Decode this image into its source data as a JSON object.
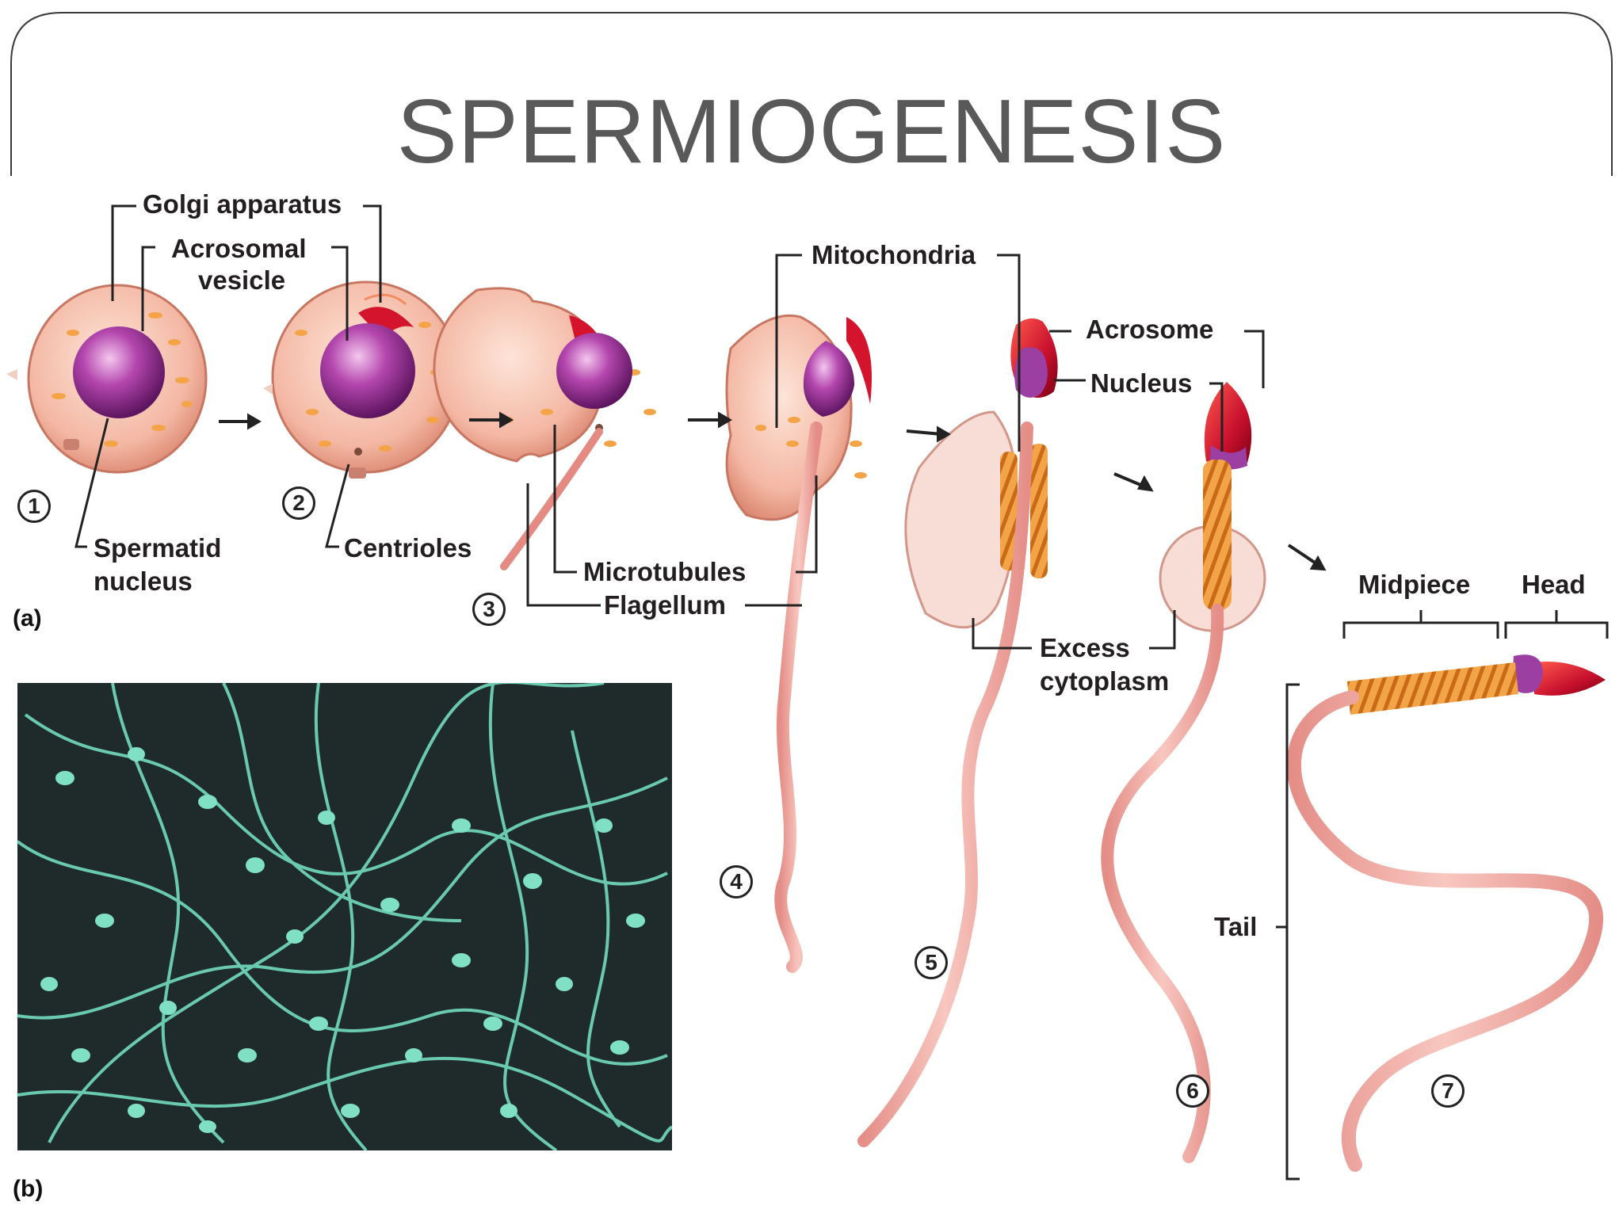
{
  "slide": {
    "title": "SPERMIOGENESIS"
  },
  "labels": {
    "golgi_apparatus": "Golgi apparatus",
    "acrosomal_vesicle_line1": "Acrosomal",
    "acrosomal_vesicle_line2": "vesicle",
    "spermatid_nucleus_line1": "Spermatid",
    "spermatid_nucleus_line2": "nucleus",
    "centrioles": "Centrioles",
    "mitochondria": "Mitochondria",
    "microtubules": "Microtubules",
    "flagellum": "Flagellum",
    "acrosome": "Acrosome",
    "nucleus": "Nucleus",
    "excess_cytoplasm_line1": "Excess",
    "excess_cytoplasm_line2": "cytoplasm",
    "midpiece": "Midpiece",
    "head": "Head",
    "tail": "Tail"
  },
  "panels": {
    "a": "(a)",
    "b": "(b)"
  },
  "steps": [
    "1",
    "2",
    "3",
    "4",
    "5",
    "6",
    "7"
  ],
  "colors": {
    "title_gray": "#595959",
    "cell_pink": "#f2b8a8",
    "nucleus_purple": "#a0389a",
    "acrosome_red": "#c8102e",
    "mitochondria_orange": "#f0a040",
    "micrograph_bg": "#1f2a2a",
    "micrograph_sperm": "#6fd3b8"
  }
}
